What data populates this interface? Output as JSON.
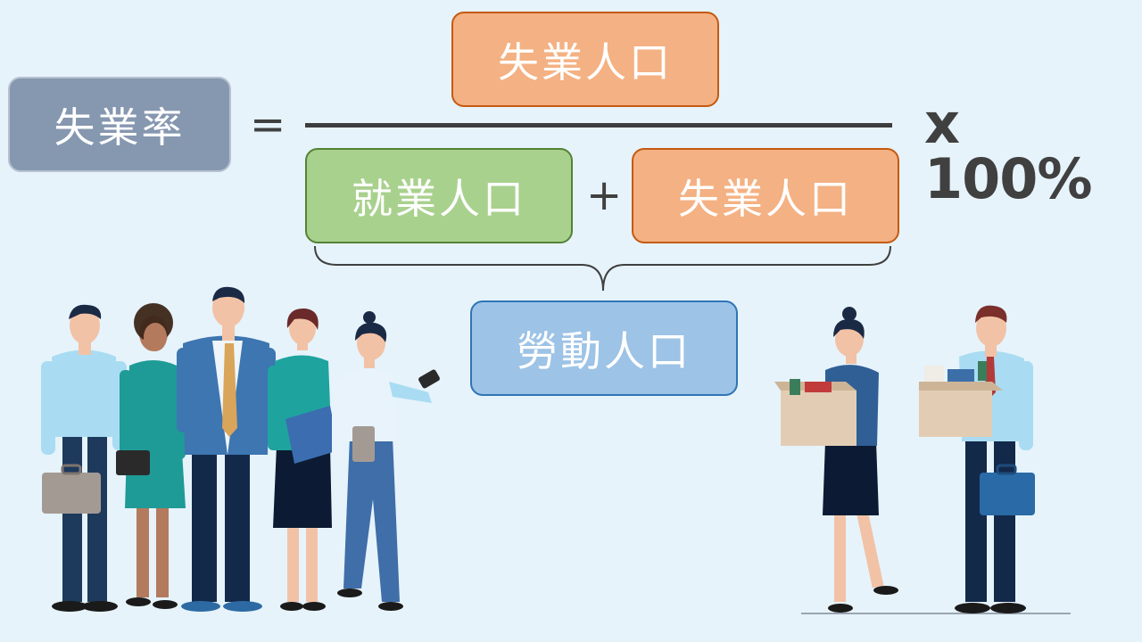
{
  "formula": {
    "rate_label": "失業率",
    "equals": "=",
    "numerator": "失業人口",
    "denominator_left": "就業人口",
    "plus": "+",
    "denominator_right": "失業人口",
    "multiplier": "x 100%",
    "brace_label": "勞動人口"
  },
  "colors": {
    "background": "#e6f3fb",
    "rate_box": "#8697b0",
    "unemployed_box": "#f4b183",
    "employed_box": "#a9d18e",
    "labor_box": "#9dc3e6",
    "text_dark": "#404040"
  }
}
